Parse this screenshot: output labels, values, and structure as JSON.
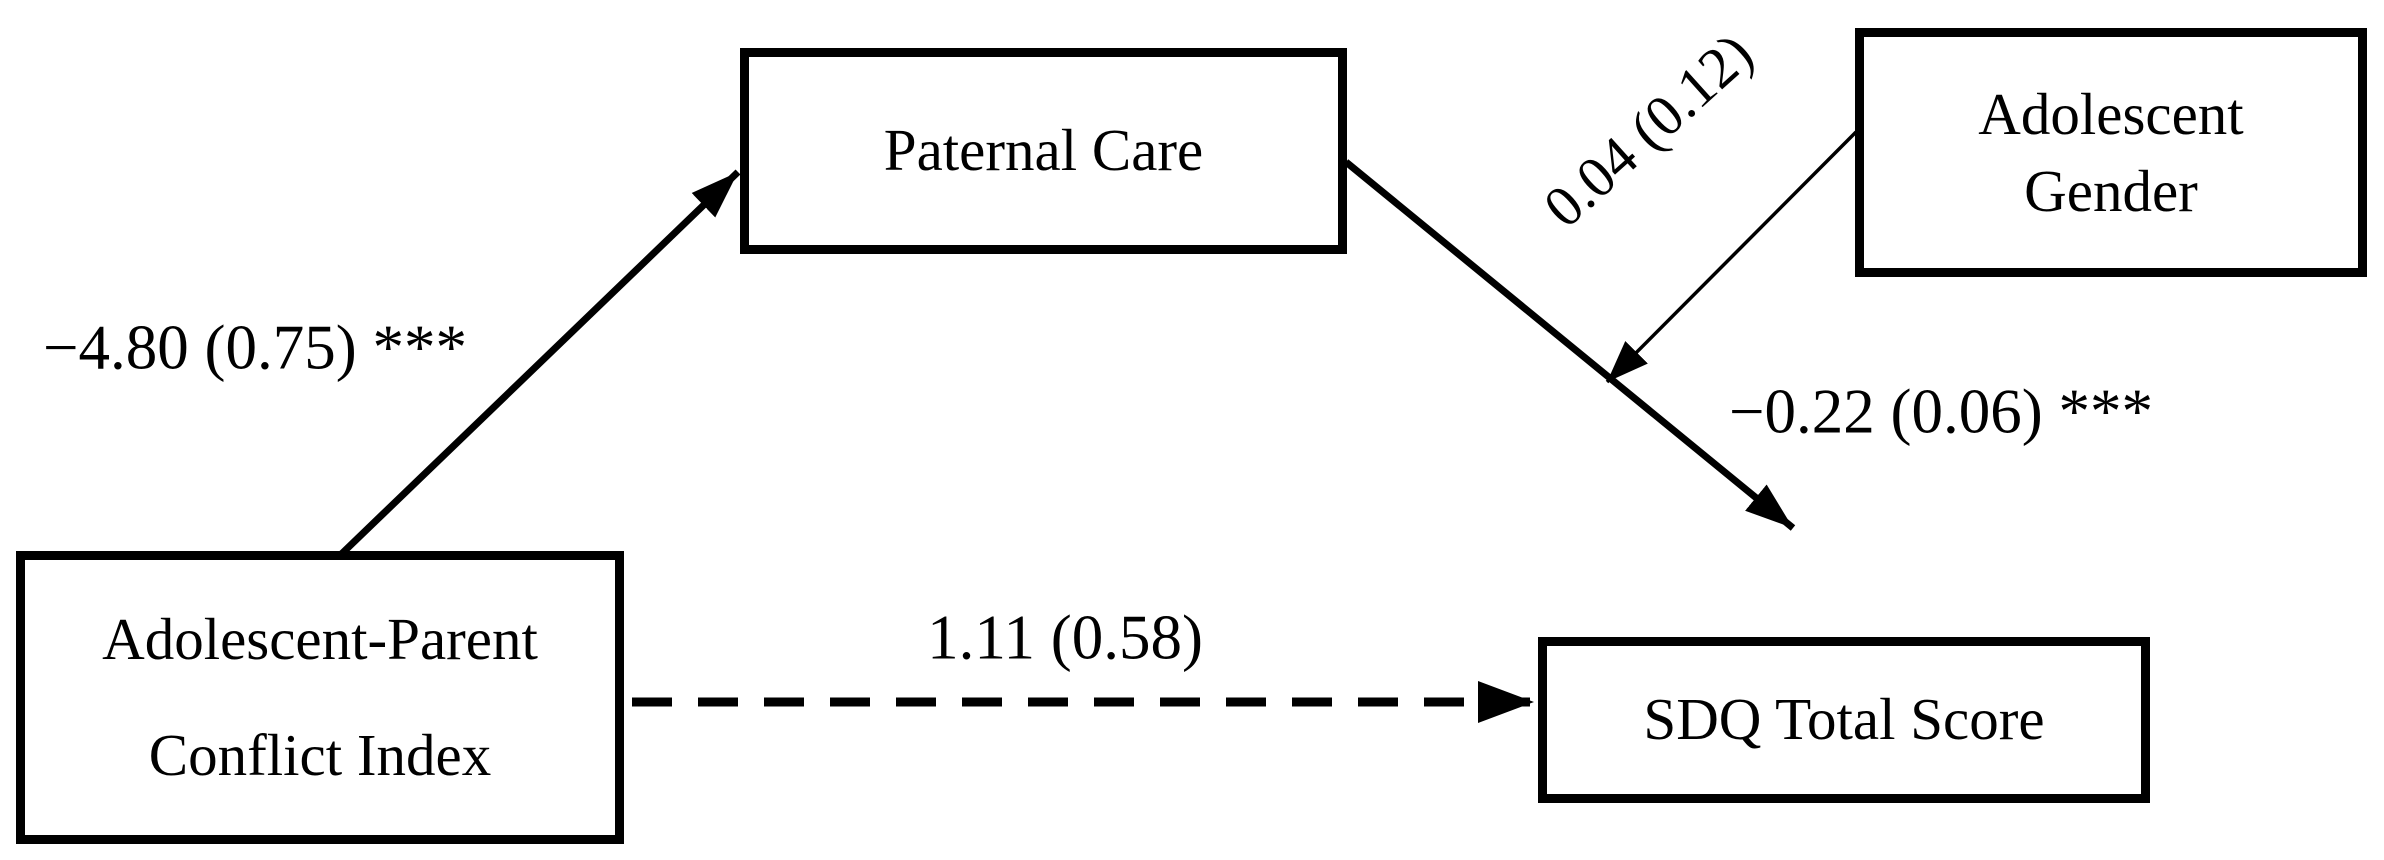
{
  "diagram": {
    "type": "mediation-path-model",
    "background_color": "#ffffff",
    "line_color": "#000000",
    "boxes": {
      "paternal_care": {
        "label": "Paternal Care"
      },
      "adolescent_gender": {
        "line1": "Adolescent",
        "line2": "Gender"
      },
      "conflict_index": {
        "line1": "Adolescent-Parent",
        "line2": "Conflict Index"
      },
      "sdq_total": {
        "label": "SDQ Total Score"
      }
    },
    "paths": {
      "conflict_to_paternal": {
        "label": "−4.80 (0.75) ***",
        "style": "solid",
        "from": "conflict_index",
        "to": "paternal_care"
      },
      "paternal_to_sdq": {
        "label": "−0.22 (0.06) ***",
        "style": "solid",
        "from": "paternal_care",
        "to": "sdq_total"
      },
      "gender_moderation": {
        "label": "0.04 (0.12)",
        "style": "solid-thin",
        "from": "adolescent_gender",
        "to": "paternal_to_sdq_path"
      },
      "conflict_to_sdq_direct": {
        "label": "1.11 (0.58)",
        "style": "dashed",
        "from": "conflict_index",
        "to": "sdq_total"
      }
    }
  }
}
